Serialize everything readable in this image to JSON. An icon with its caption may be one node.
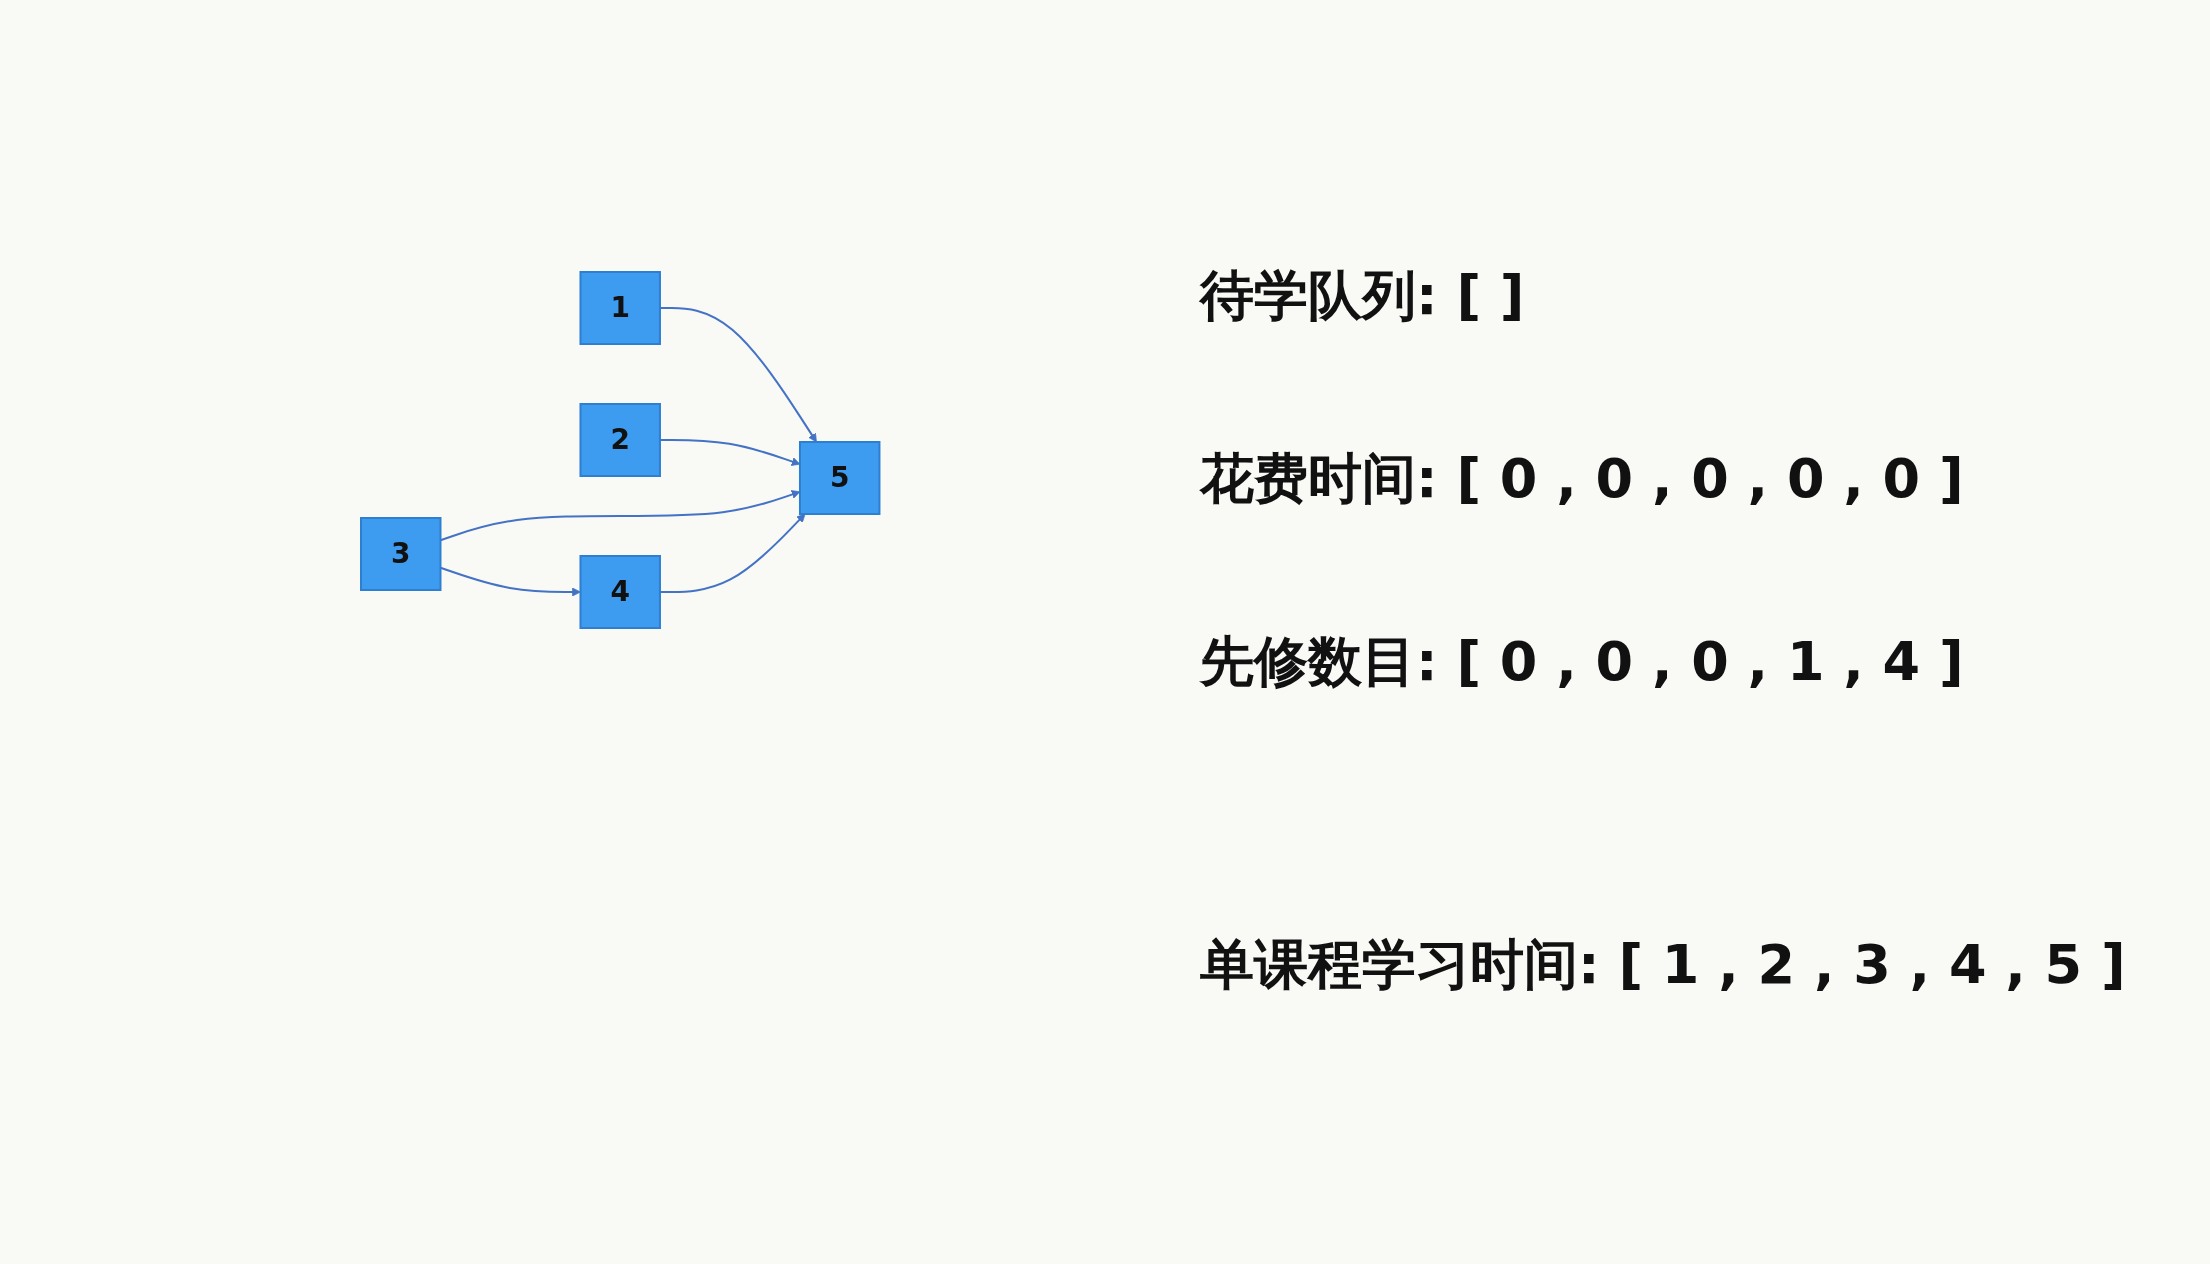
{
  "diagram": {
    "nodes": [
      {
        "text": [
          "1"
        ]
      },
      {
        "text": [
          "2"
        ]
      },
      {
        "text": [
          "3"
        ]
      },
      {
        "text": [
          "4"
        ]
      },
      {
        "text": [
          "5"
        ]
      }
    ],
    "edges": [
      {
        "from": 0,
        "to": 4,
        "arrow": "to"
      },
      {
        "from": 1,
        "to": 4,
        "arrow": "to"
      },
      {
        "from": 2,
        "to": 4,
        "arrow": "to"
      },
      {
        "from": 2,
        "to": 3,
        "arrow": "to"
      },
      {
        "from": 3,
        "to": 4,
        "arrow": "to"
      }
    ],
    "labels": [
      "待学队列: [ ]",
      "花费时间: [ 0 , 0 , 0 , 0 , 0 ]",
      "先修数目: [ 0 , 0 , 0 , 1 , 4 ]",
      "单课程学习时间: [ 1 , 2 , 3 , 4 , 5 ]"
    ]
  }
}
